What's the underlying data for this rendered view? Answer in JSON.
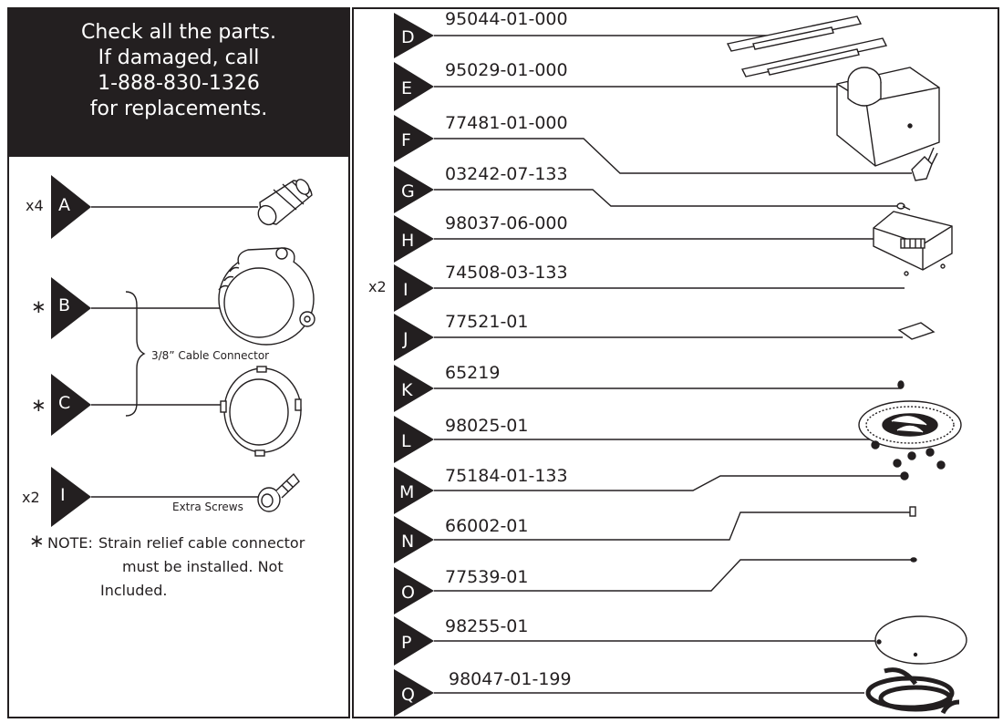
{
  "header": {
    "lines": [
      "Check all the parts.",
      "If damaged, call",
      "1-888-830-1326",
      "for replacements."
    ]
  },
  "left_parts": [
    {
      "qty": "x4",
      "letter": "A"
    },
    {
      "qty": "∗",
      "letter": "B"
    },
    {
      "qty": "∗",
      "letter": "C"
    },
    {
      "qty": "x2",
      "letter": "I"
    }
  ],
  "cable_connector_label": "3/8” Cable Connector",
  "extra_screws_label": "Extra Screws",
  "note": {
    "marker": "∗",
    "label": "NOTE:",
    "lines": [
      "Strain relief cable connector",
      "must be installed. Not",
      "Included."
    ]
  },
  "right_parts": [
    {
      "letter": "D",
      "part_number": "95044-01-000",
      "qty": ""
    },
    {
      "letter": "E",
      "part_number": "95029-01-000",
      "qty": ""
    },
    {
      "letter": "F",
      "part_number": "77481-01-000",
      "qty": ""
    },
    {
      "letter": "G",
      "part_number": "03242-07-133",
      "qty": ""
    },
    {
      "letter": "H",
      "part_number": "98037-06-000",
      "qty": ""
    },
    {
      "letter": "I",
      "part_number": "74508-03-133",
      "qty": "x2"
    },
    {
      "letter": "J",
      "part_number": "77521-01",
      "qty": ""
    },
    {
      "letter": "K",
      "part_number": "65219",
      "qty": ""
    },
    {
      "letter": "L",
      "part_number": "98025-01",
      "qty": ""
    },
    {
      "letter": "M",
      "part_number": "75184-01-133",
      "qty": ""
    },
    {
      "letter": "N",
      "part_number": "66002-01",
      "qty": ""
    },
    {
      "letter": "O",
      "part_number": "77539-01",
      "qty": ""
    },
    {
      "letter": "P",
      "part_number": "98255-01",
      "qty": ""
    },
    {
      "letter": "Q",
      "part_number": "98047-01-199",
      "qty": ""
    }
  ],
  "colors": {
    "ink": "#231f20",
    "paper": "#ffffff"
  }
}
